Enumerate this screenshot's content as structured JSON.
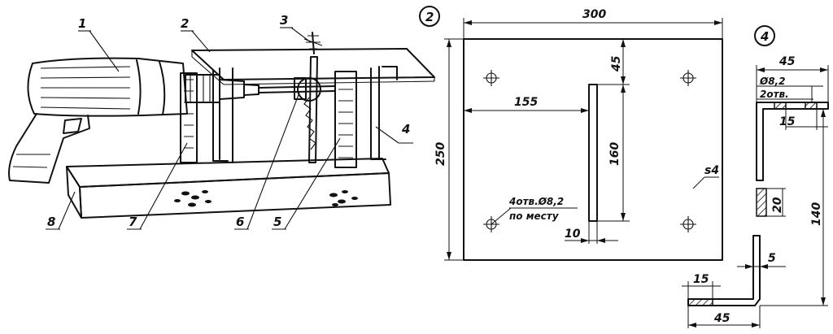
{
  "callouts": [
    "1",
    "2",
    "3",
    "4",
    "5",
    "6",
    "7",
    "8"
  ],
  "view2": {
    "view_number": "2",
    "dim_width": "300",
    "dim_height": "250",
    "dim_top": "45",
    "dim_left": "155",
    "dim_slot": "160",
    "dim_slot_w": "10",
    "thickness": "s4",
    "note_line1": "4отв.Ø8,2",
    "note_line2": "по месту"
  },
  "view4": {
    "view_number": "4",
    "dim_width": "45",
    "hole_dia": "Ø8,2",
    "holes": "2отв.",
    "dim_15_top": "15",
    "dim_20": "20",
    "dim_140": "140",
    "dim_5": "5",
    "dim_15_bottom": "15",
    "dim_45_bottom": "45"
  }
}
